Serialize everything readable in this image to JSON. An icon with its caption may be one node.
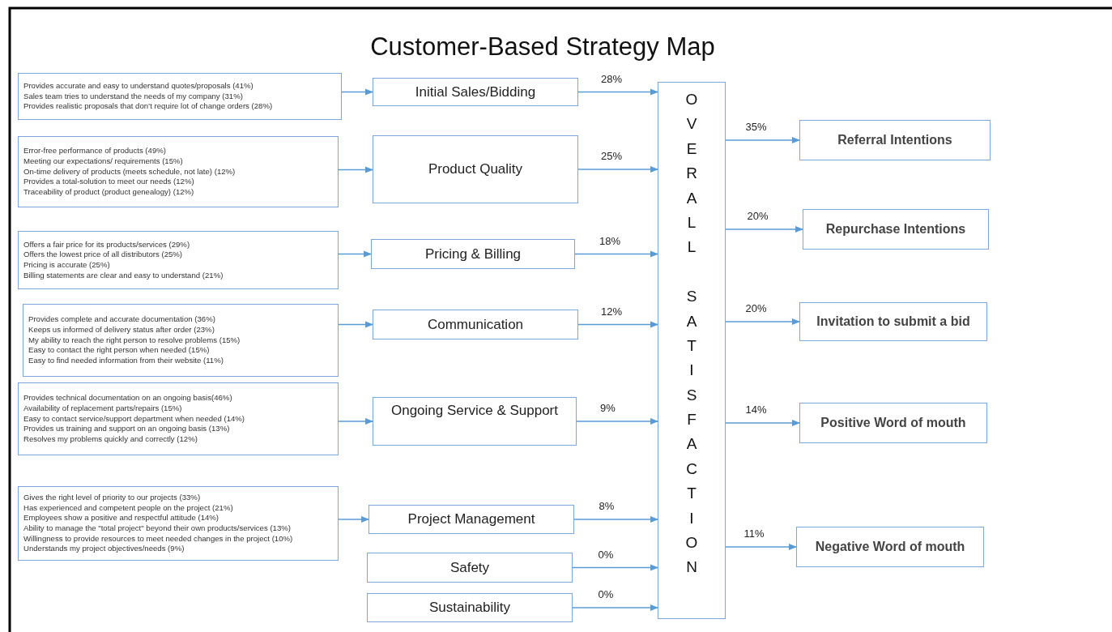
{
  "diagram": {
    "title": "Customer-Based Strategy Map",
    "nodes": [
      {
        "text": [
          "Provides accurate and easy to understand quotes/proposals (41%)",
          "Sales team tries to understand the needs of my company (31%)",
          "Provides realistic proposals that don’t require lot of change orders (28%)"
        ]
      },
      {
        "text": [
          "Error-free performance of products (49%)",
          "Meeting our expectations/ requirements (15%)",
          "On-time delivery of products (meets schedule, not late)  (12%)",
          "Provides a total-solution to meet our needs (12%)",
          "Traceability of product (product genealogy) (12%)"
        ]
      },
      {
        "text": [
          "Offers a fair price for its products/services (29%)",
          "Offers the lowest price of all distributors (25%)",
          "Pricing is accurate (25%)",
          "Billing statements are clear and easy to understand  (21%)"
        ]
      },
      {
        "text": [
          "Provides complete and accurate documentation (36%)",
          "Keeps us informed of delivery status after order (23%)",
          "My ability to reach the right person to resolve problems (15%)",
          "Easy to contact the right person when needed (15%)",
          "Easy to find needed information from their website (11%)"
        ]
      },
      {
        "text": [
          "Provides technical documentation on an ongoing basis(46%)",
          "Availability of replacement parts/repairs (15%)",
          "Easy to contact service/support department when needed (14%)",
          "Provides us training and support on an ongoing basis (13%)",
          "Resolves my problems quickly and correctly (12%)"
        ]
      },
      {
        "text": [
          "Gives the right level of priority to our projects (33%)",
          "Has experienced and competent people on the project (21%)",
          "Employees show a positive and respectful attitude (14%)",
          "Ability to manage the \"total project\" beyond their own products/services (13%)",
          "Willingness to provide resources to meet needed changes in the project (10%)",
          "Understands my project objectives/needs (9%)"
        ]
      },
      {
        "text": [
          "Initial Sales/Bidding"
        ]
      },
      {
        "text": [
          "Product Quality"
        ]
      },
      {
        "text": [
          "Pricing & Billing"
        ]
      },
      {
        "text": [
          "Communication"
        ]
      },
      {
        "text": [
          "Ongoing Service & Support"
        ]
      },
      {
        "text": [
          "Project Management"
        ]
      },
      {
        "text": [
          "Safety"
        ]
      },
      {
        "text": [
          "Sustainability"
        ]
      },
      {
        "text": [
          "OVERALL SATISFACTION"
        ]
      },
      {
        "text": [
          "Referral Intentions"
        ]
      },
      {
        "text": [
          "Repurchase Intentions"
        ]
      },
      {
        "text": [
          "Invitation to submit a bid"
        ]
      },
      {
        "text": [
          "Positive Word of mouth"
        ]
      },
      {
        "text": [
          "Negative Word of mouth"
        ]
      }
    ],
    "edges": [
      {
        "from": 0,
        "to": 6,
        "arrow": "to"
      },
      {
        "from": 1,
        "to": 7,
        "arrow": "to"
      },
      {
        "from": 2,
        "to": 8,
        "arrow": "to"
      },
      {
        "from": 3,
        "to": 9,
        "arrow": "to"
      },
      {
        "from": 4,
        "to": 10,
        "arrow": "to"
      },
      {
        "from": 5,
        "to": 11,
        "arrow": "to"
      },
      {
        "from": 6,
        "to": 14,
        "arrow": "to",
        "label": "28%"
      },
      {
        "from": 7,
        "to": 14,
        "arrow": "to",
        "label": "25%"
      },
      {
        "from": 8,
        "to": 14,
        "arrow": "to",
        "label": "18%"
      },
      {
        "from": 9,
        "to": 14,
        "arrow": "to",
        "label": "12%"
      },
      {
        "from": 10,
        "to": 14,
        "arrow": "to",
        "label": "9%"
      },
      {
        "from": 11,
        "to": 14,
        "arrow": "to",
        "label": "8%"
      },
      {
        "from": 12,
        "to": 14,
        "arrow": "to",
        "label": "0%"
      },
      {
        "from": 13,
        "to": 14,
        "arrow": "to",
        "label": "0%"
      },
      {
        "from": 14,
        "to": 15,
        "arrow": "to",
        "label": "35%"
      },
      {
        "from": 14,
        "to": 16,
        "arrow": "to",
        "label": "20%"
      },
      {
        "from": 14,
        "to": 17,
        "arrow": "to",
        "label": "20%"
      },
      {
        "from": 14,
        "to": 18,
        "arrow": "to",
        "label": "14%"
      },
      {
        "from": 14,
        "to": 19,
        "arrow": "to",
        "label": "11%"
      }
    ]
  }
}
